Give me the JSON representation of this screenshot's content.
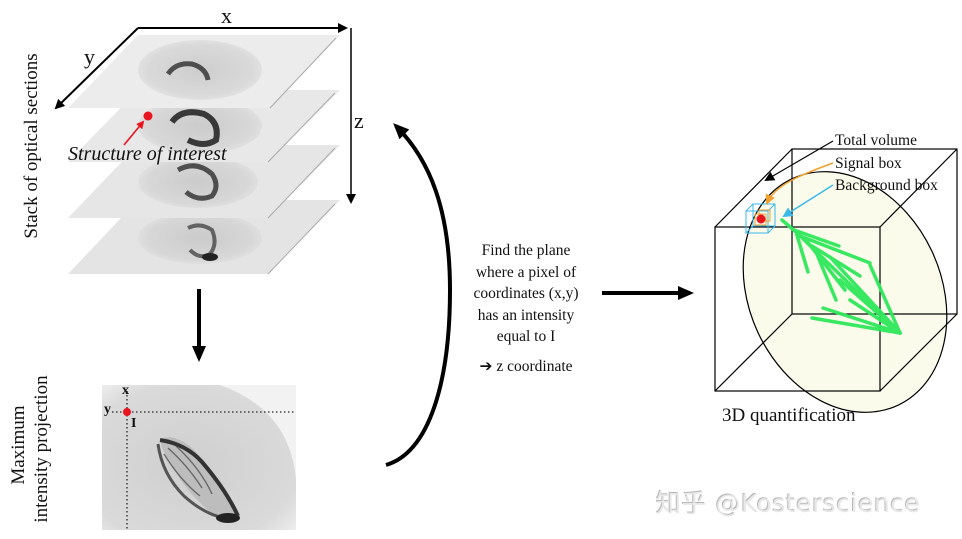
{
  "stack": {
    "side_label": "Stack of optical sections",
    "axis_x": "x",
    "axis_y": "y",
    "axis_z": "z",
    "annotation": "Structure of interest",
    "slice_count": 4
  },
  "projection": {
    "side_label_line1": "Maximum",
    "side_label_line2": "intensity projection",
    "axis_x": "x",
    "axis_y": "y",
    "intensity_label": "I"
  },
  "process": {
    "line1": "Find the plane",
    "line2": "where a pixel of",
    "line3": "coordinates (x,y)",
    "line4": "has an intensity",
    "line5": "equal to I",
    "result_arrow": "➔",
    "result": "z coordinate"
  },
  "quantification": {
    "legend_total": "Total volume",
    "legend_signal": "Signal box",
    "legend_background": "Background box",
    "caption": "3D quantification"
  },
  "colors": {
    "marker_red": "#e8141e",
    "signal_orange": "#f0a030",
    "background_cyan": "#3ab8e8",
    "spindle_green": "#2ee85a",
    "ellipse_fill": "#fbfbec"
  },
  "watermark": "知乎 @Kosterscience"
}
